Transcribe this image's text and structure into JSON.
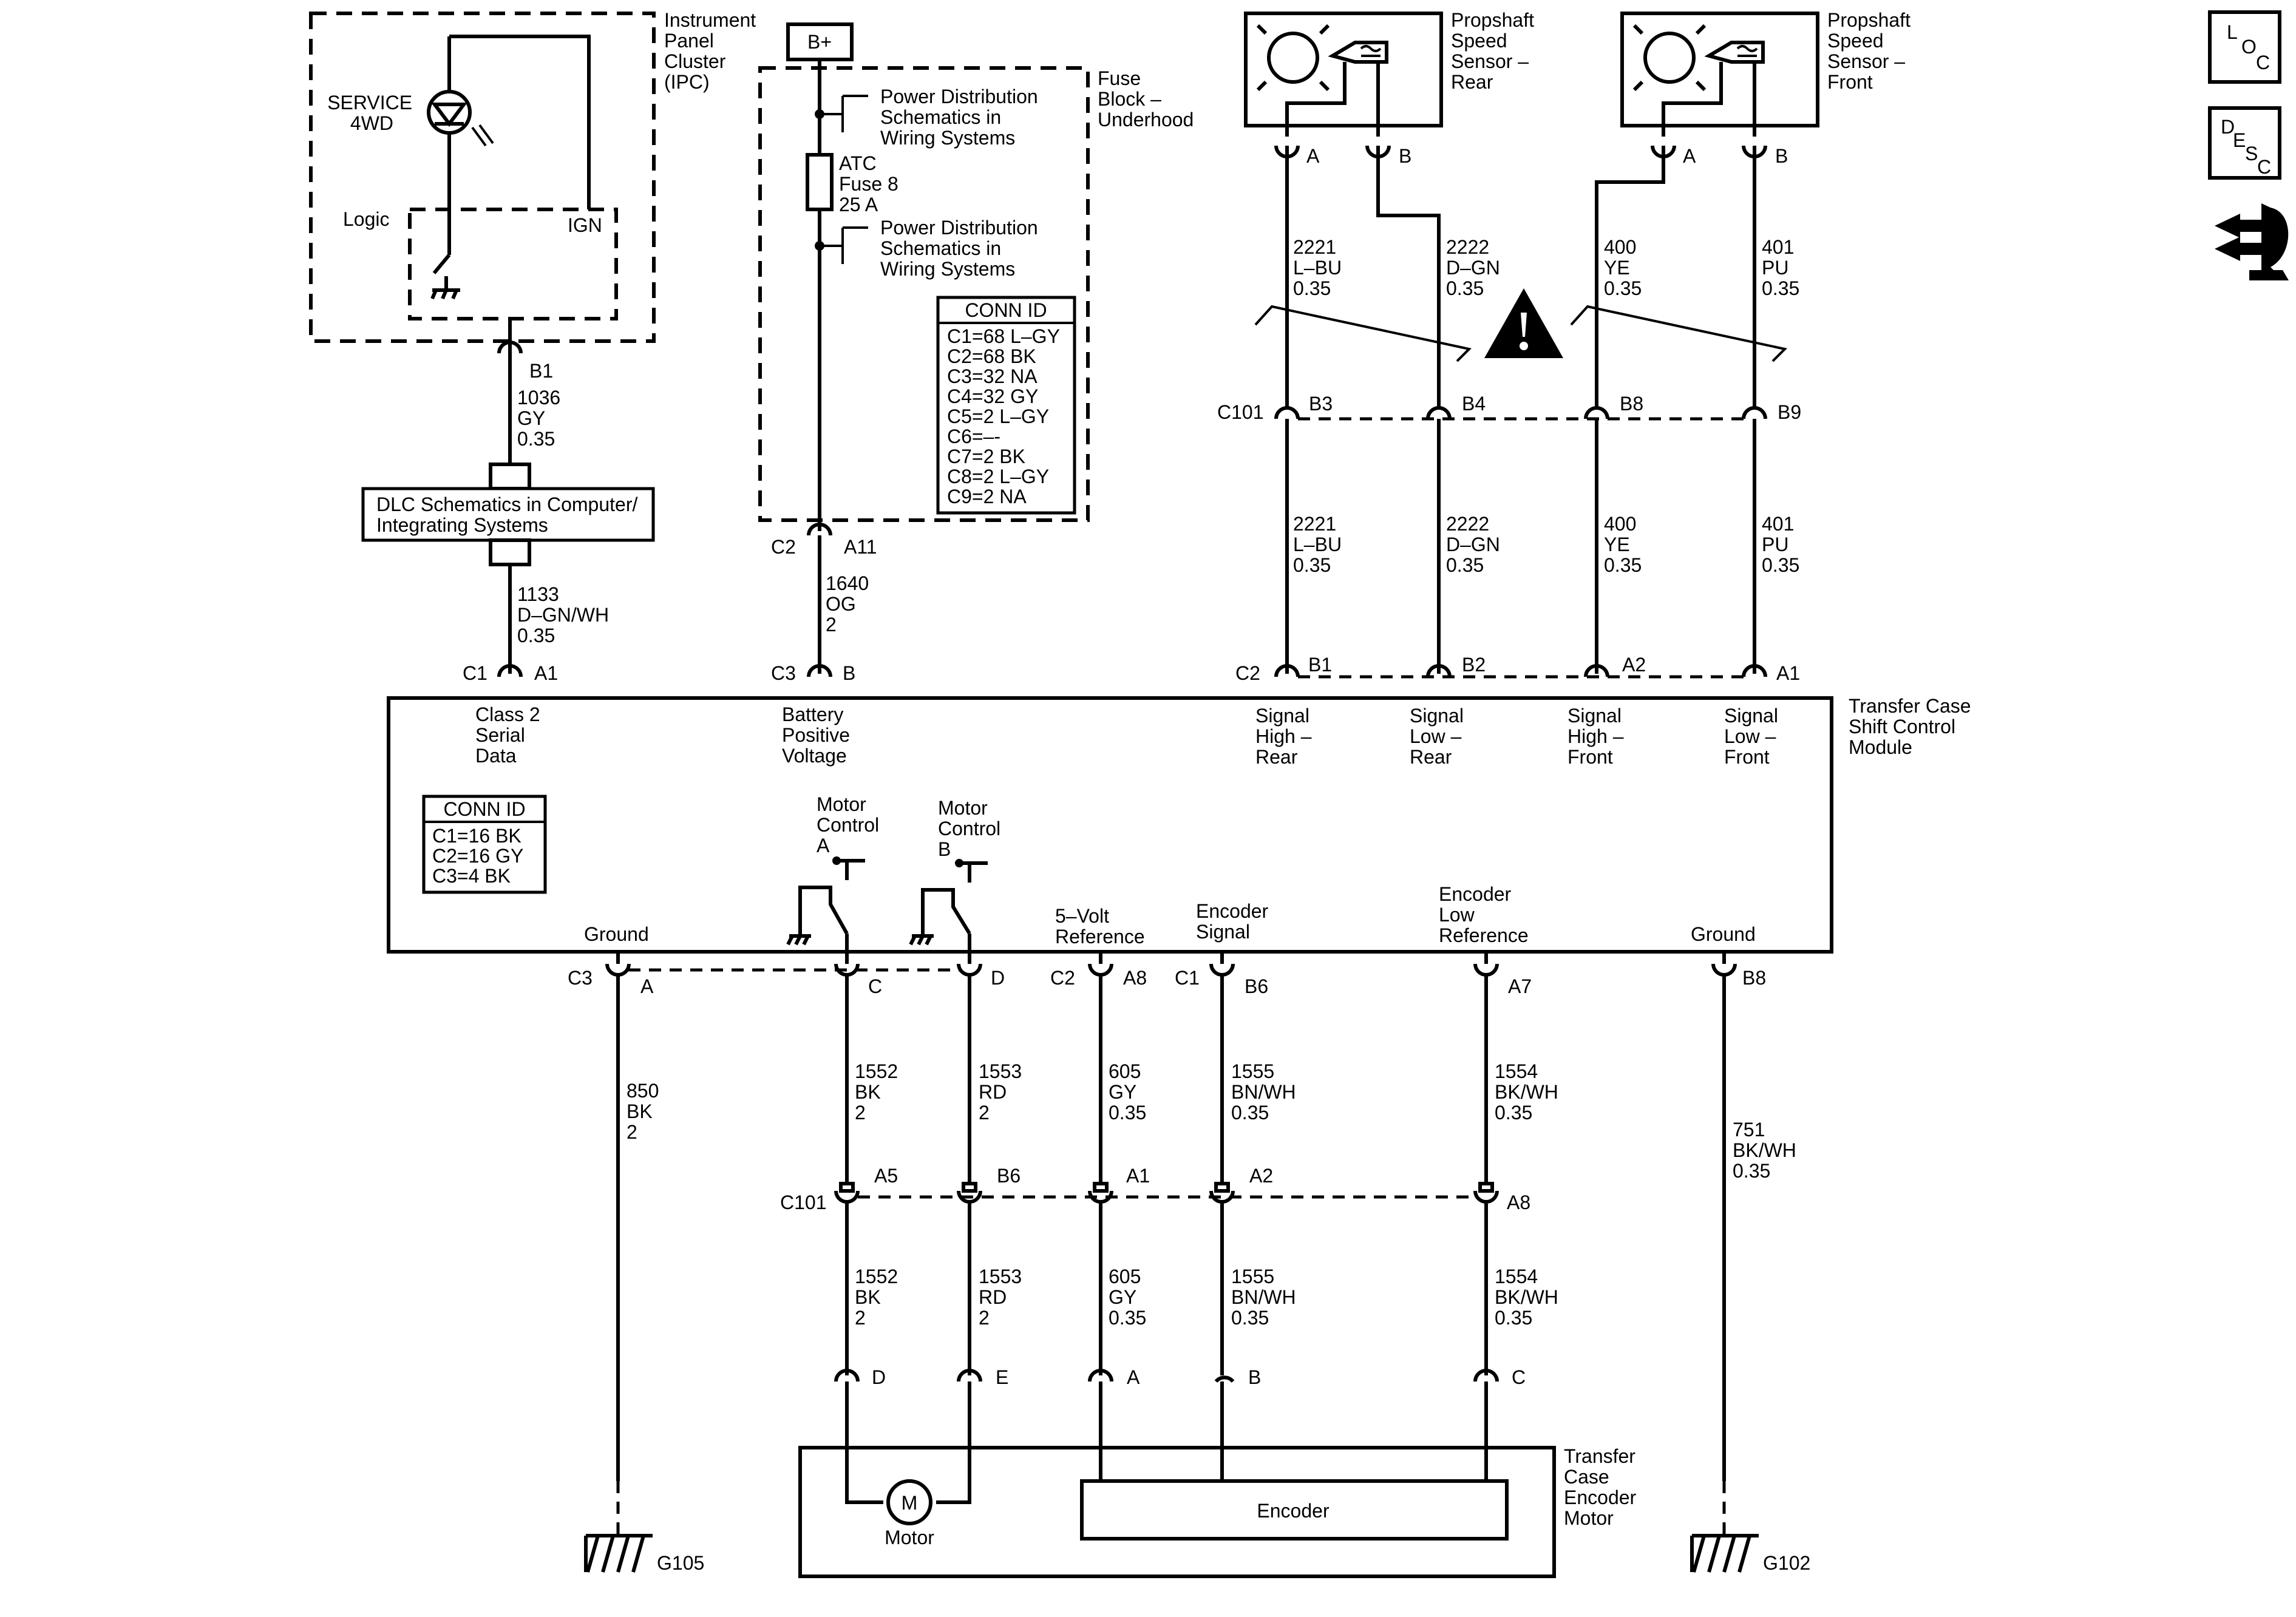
{
  "ipc": {
    "title": [
      "Instrument",
      "Panel",
      "Cluster",
      "(IPC)"
    ],
    "lamp_label": [
      "SERVICE",
      "4WD"
    ],
    "logic_label": "Logic",
    "ign_label": "IGN",
    "pin": "B1"
  },
  "wires": {
    "ipc_dlc": [
      "1036",
      "GY",
      "0.35"
    ],
    "dlc_tccm": [
      "1133",
      "D–GN/WH",
      "0.35"
    ],
    "battery": [
      "1640",
      "OG",
      "2"
    ],
    "rear_a_upper": [
      "2221",
      "L–BU",
      "0.35"
    ],
    "rear_b_upper": [
      "2222",
      "D–GN",
      "0.35"
    ],
    "front_a_upper": [
      "400",
      "YE",
      "0.35"
    ],
    "front_b_upper": [
      "401",
      "PU",
      "0.35"
    ],
    "rear_a_lower": [
      "2221",
      "L–BU",
      "0.35"
    ],
    "rear_b_lower": [
      "2222",
      "D–GN",
      "0.35"
    ],
    "front_a_lower": [
      "400",
      "YE",
      "0.35"
    ],
    "front_b_lower": [
      "401",
      "PU",
      "0.35"
    ],
    "ground_a": [
      "850",
      "BK",
      "2"
    ],
    "motor_c_upper": [
      "1552",
      "BK",
      "2"
    ],
    "motor_d_upper": [
      "1553",
      "RD",
      "2"
    ],
    "ref_upper": [
      "605",
      "GY",
      "0.35"
    ],
    "enc_sig_upper": [
      "1555",
      "BN/WH",
      "0.35"
    ],
    "enc_low_upper": [
      "1554",
      "BK/WH",
      "0.35"
    ],
    "ground_b8": [
      "751",
      "BK/WH",
      "0.35"
    ],
    "motor_c_lower": [
      "1552",
      "BK",
      "2"
    ],
    "motor_d_lower": [
      "1553",
      "RD",
      "2"
    ],
    "ref_lower": [
      "605",
      "GY",
      "0.35"
    ],
    "enc_sig_lower": [
      "1555",
      "BN/WH",
      "0.35"
    ],
    "enc_low_lower": [
      "1554",
      "BK/WH",
      "0.35"
    ]
  },
  "dlc": {
    "label": [
      "DLC Schematics in Computer/",
      "Integrating Systems"
    ]
  },
  "fuse_block": {
    "bplus": "B+",
    "title": [
      "Fuse",
      "Block –",
      "Underhood"
    ],
    "power_ref_1": [
      "Power Distribution",
      "Schematics in",
      "Wiring Systems"
    ],
    "fuse_label": [
      "ATC",
      "Fuse 8",
      "25 A"
    ],
    "power_ref_2": [
      "Power Distribution",
      "Schematics in",
      "Wiring Systems"
    ],
    "conn_id_title": "CONN ID",
    "conn_ids": [
      "C1=68 L–GY",
      "C2=68 BK",
      "C3=32 NA",
      "C4=32 GY",
      "C5=2 L–GY",
      "C6=–-",
      "C7=2 BK",
      "C8=2 L–GY",
      "C9=2 NA"
    ],
    "conn": "C2",
    "pin": "A11"
  },
  "sensors": {
    "rear": {
      "title": [
        "Propshaft",
        "Speed",
        "Sensor –",
        "Rear"
      ],
      "pin_a": "A",
      "pin_b": "B"
    },
    "front": {
      "title": [
        "Propshaft",
        "Speed",
        "Sensor –",
        "Front"
      ],
      "pin_a": "A",
      "pin_b": "B"
    }
  },
  "c101_upper": {
    "conn": "C101",
    "pins": [
      "B3",
      "B4",
      "B8",
      "B9"
    ]
  },
  "tccm": {
    "title": [
      "Transfer Case",
      "Shift Control",
      "Module"
    ],
    "top_pins": {
      "serial": {
        "conn": "C1",
        "pin": "A1",
        "label": [
          "Class 2",
          "Serial",
          "Data"
        ]
      },
      "battery": {
        "conn": "C3",
        "pin": "B",
        "label": [
          "Battery",
          "Positive",
          "Voltage"
        ]
      },
      "signals_conn": "C2",
      "sig_high_rear": {
        "pin": "B1",
        "label": [
          "Signal",
          "High –",
          "Rear"
        ]
      },
      "sig_low_rear": {
        "pin": "B2",
        "label": [
          "Signal",
          "Low –",
          "Rear"
        ]
      },
      "sig_high_front": {
        "pin": "A2",
        "label": [
          "Signal",
          "High –",
          "Front"
        ]
      },
      "sig_low_front": {
        "pin": "A1",
        "label": [
          "Signal",
          "Low –",
          "Front"
        ]
      }
    },
    "conn_id_title": "CONN ID",
    "conn_ids": [
      "C1=16 BK",
      "C2=16 GY",
      "C3=4 BK"
    ],
    "motor_a": [
      "Motor",
      "Control",
      "A"
    ],
    "motor_b": [
      "Motor",
      "Control",
      "B"
    ],
    "ref_5v": [
      "5–Volt",
      "Reference"
    ],
    "enc_signal": [
      "Encoder",
      "Signal"
    ],
    "enc_low_ref": [
      "Encoder",
      "Low",
      "Reference"
    ],
    "ground_left": "Ground",
    "ground_right": "Ground",
    "bottom_pins": {
      "c3": "C3",
      "a": "A",
      "c": "C",
      "d": "D",
      "c2": "C2",
      "a8": "A8",
      "c1": "C1",
      "b6": "B6",
      "a7": "A7",
      "b8": "B8"
    }
  },
  "c101_lower": {
    "conn": "C101",
    "pins": [
      "A5",
      "B6",
      "A1",
      "A2",
      "A8"
    ]
  },
  "motor_unit": {
    "title": [
      "Transfer",
      "Case",
      "Encoder",
      "Motor"
    ],
    "pins": [
      "D",
      "E",
      "A",
      "B",
      "C"
    ],
    "motor_symbol": "M",
    "motor_label": "Motor",
    "encoder_label": "Encoder"
  },
  "grounds": {
    "left": "G105",
    "right": "G102"
  },
  "side_icons": {
    "loc": [
      "L",
      "O",
      "C"
    ],
    "desc": [
      "D",
      "E",
      "S",
      "C"
    ],
    "nav_icon": "connector-plug-icon"
  }
}
